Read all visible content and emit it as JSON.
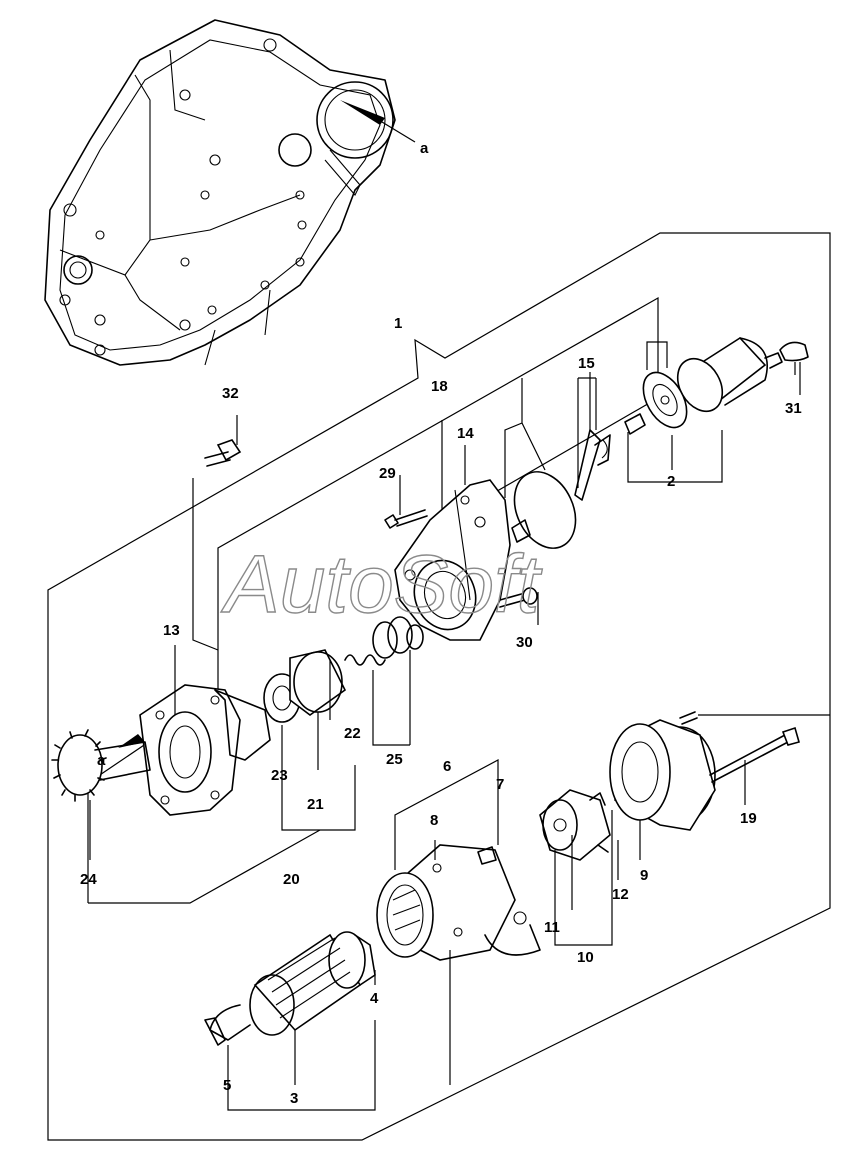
{
  "watermark": "AutoSoft",
  "labels": {
    "l1": "1",
    "l2": "2",
    "l3": "3",
    "l4": "4",
    "l5": "5",
    "l6": "6",
    "l7": "7",
    "l8": "8",
    "l9": "9",
    "l10": "10",
    "l11": "11",
    "l12": "12",
    "l13": "13",
    "l14": "14",
    "l15": "15",
    "l18": "18",
    "l19": "19",
    "l20": "20",
    "l21": "21",
    "l22": "22",
    "l23": "23",
    "l24": "24",
    "l25": "25",
    "l29": "29",
    "l30": "30",
    "l31": "31",
    "l32": "32",
    "a_top": "a",
    "a_left": "a"
  }
}
